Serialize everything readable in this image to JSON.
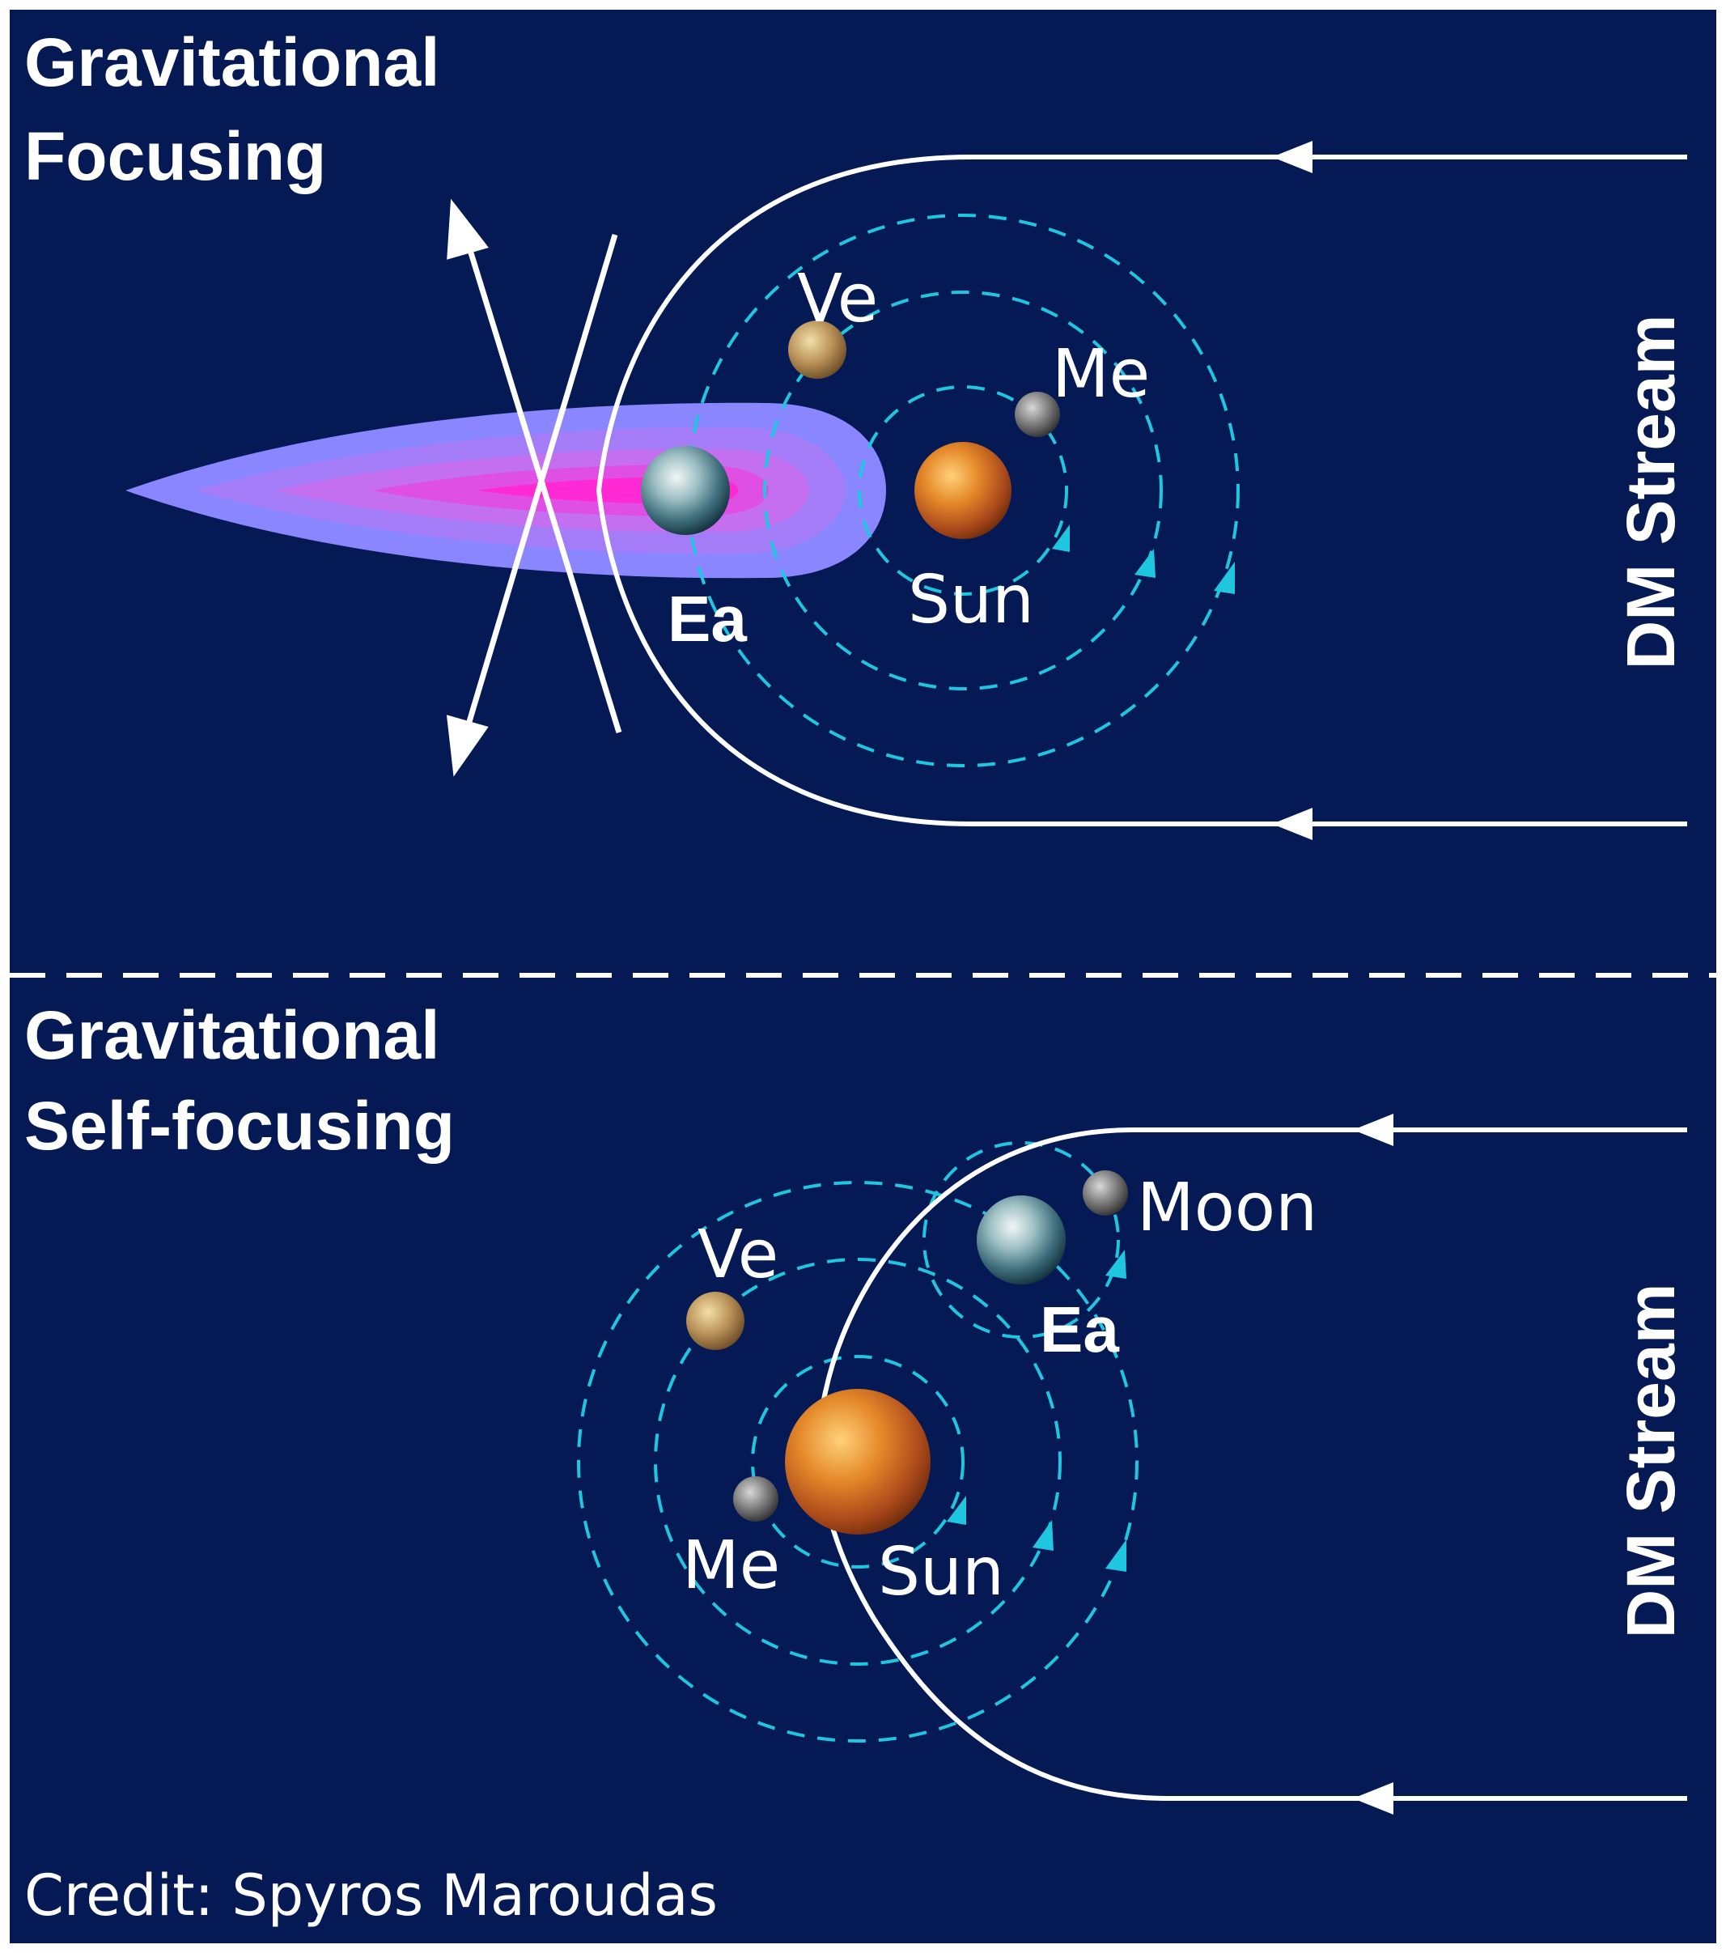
{
  "top_panel": {
    "title_line1": "Gravitational",
    "title_line2": "Focusing",
    "labels": {
      "venus": "Ve",
      "mercury": "Me",
      "earth": "Ea",
      "sun": "Sun"
    },
    "stream_label": "DM Stream"
  },
  "bottom_panel": {
    "title_line1": "Gravitational",
    "title_line2": "Self-focusing",
    "labels": {
      "moon": "Moon",
      "venus": "Ve",
      "earth": "Ea",
      "mercury": "Me",
      "sun": "Sun"
    },
    "stream_label": "DM Stream"
  },
  "credit": "Credit: Spyros Maroudas",
  "colors": {
    "background": "#051a55",
    "orbit": "#1fc6e0",
    "stream_line": "#ffffff",
    "focus_cone_outer": "#8a86ff",
    "focus_cone_inner": "#ff2ad4"
  }
}
